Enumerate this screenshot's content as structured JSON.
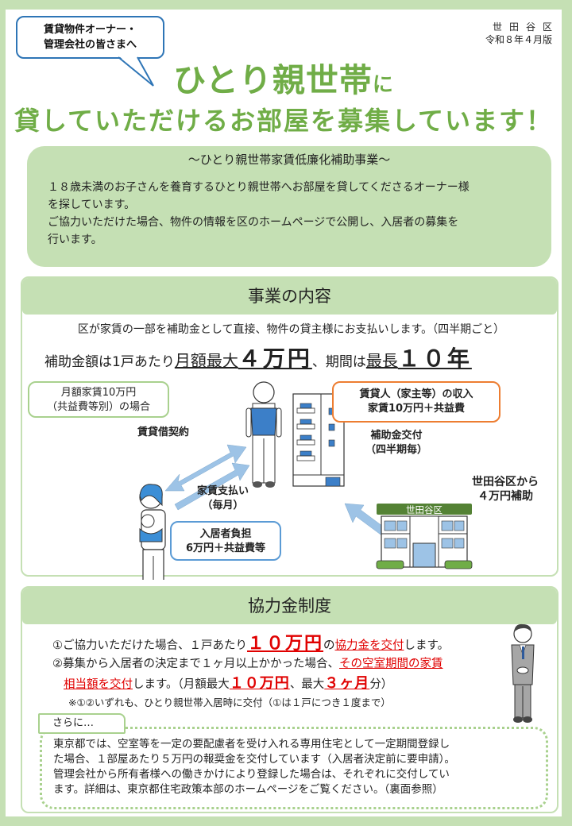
{
  "header": {
    "bubble_line1": "賃貸物件オーナー・",
    "bubble_line2": "管理会社の皆さまへ",
    "ward_name": "世田谷区",
    "edition": "令和８年４月版",
    "title_main": "ひとり親世帯",
    "title_particle": "に",
    "title_line2": "貸していただけるお部屋を募集しています！"
  },
  "intro": {
    "subtitle": "～ひとり親世帯家賃低廉化補助事業～",
    "para1_line1": "１８歳未満のお子さんを養育するひとり親世帯へお部屋を貸してくださるオーナー様",
    "para1_line2": "を探しています。",
    "para2_line1": "ご協力いただけた場合、物件の情報を区のホームページで公開し、入居者の募集を",
    "para2_line2": "行います。"
  },
  "section_business": {
    "heading": "事業の内容",
    "line1": "区が家賃の一部を補助金として直接、物件の貸主様にお支払いします。（四半期ごと）",
    "line2_a": "補助金額は1戸あたり",
    "line2_b": "月額最大",
    "line2_c": "４万円",
    "line2_d": "、期間は",
    "line2_e": "最長",
    "line2_f": "１０年",
    "diagram": {
      "case_box_line1": "月額家賃10万円",
      "case_box_line2": "（共益費等別）の場合",
      "contract_label": "賃貸借契約",
      "rent_label_line1": "家賃支払い",
      "rent_label_line2": "（毎月）",
      "tenant_box_line1": "入居者負担",
      "tenant_box_line2": "6万円＋共益費等",
      "landlord_box_line1": "賃貸人（家主等）の収入",
      "landlord_box_line2": "家賃10万円＋共益費",
      "subsidy_label_line1": "補助金交付",
      "subsidy_label_line2": "（四半期毎）",
      "ward_sign": "世田谷区",
      "ward_label_line1": "世田谷区から",
      "ward_label_line2": "４万円補助"
    }
  },
  "section_cooperation": {
    "heading": "協力金制度",
    "item1_a": "①ご協力いただけた場合、１戸あたり",
    "item1_b": "１０万円",
    "item1_c": "の",
    "item1_d": "協力金を交付",
    "item1_e": "します。",
    "item2_a": "②募集から入居者の決定まで１ヶ月以上かかった場合、",
    "item2_b": "その空室期間の家賃",
    "item2_c": "相当額を交付",
    "item2_d": "します。（月額最大",
    "item2_e": "１０万円",
    "item2_f": "、最大",
    "item2_g": "３ヶ月",
    "item2_h": "分）",
    "note": "※①②いずれも、ひとり親世帯入居時に交付（①は１戸につき１度まで）",
    "more_tab": "さらに…",
    "more_line1": "東京都では、空室等を一定の要配慮者を受け入れる専用住宅として一定期間登録し",
    "more_line2": "た場合、１部屋あたり５万円の報奨金を交付しています（入居者決定前に要申請）。",
    "more_line3": "管理会社から所有者様への働きかけにより登録した場合は、それぞれに交付してい",
    "more_line4": "ます。詳細は、東京都住宅政策本部のホームページをご覧ください。（裏面参照）"
  },
  "colors": {
    "background_green": "#c5e0b4",
    "title_green": "#70ad47",
    "accent_red": "#e00000",
    "bubble_blue": "#2e75b6",
    "box_orange": "#ed7d31",
    "box_blue": "#5b9bd5",
    "arrow_blue": "#9dc3e6"
  }
}
